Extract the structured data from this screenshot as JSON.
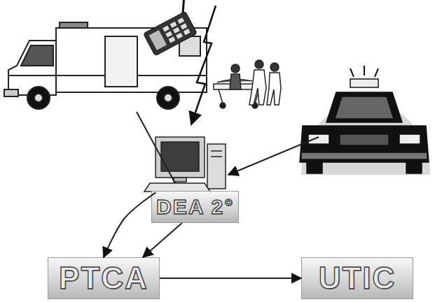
{
  "diagram": {
    "nodes": [
      {
        "text": [
          "DEA 2°"
        ]
      },
      {
        "text": [
          "PTCA"
        ]
      },
      {
        "text": [
          "UTIC"
        ]
      }
    ],
    "edges": [
      {
        "from": 0,
        "to": 1,
        "arrow": "to"
      },
      {
        "from": 0,
        "to": 1,
        "arrow": "to"
      },
      {
        "from": 1,
        "to": 2,
        "arrow": "to"
      }
    ]
  }
}
